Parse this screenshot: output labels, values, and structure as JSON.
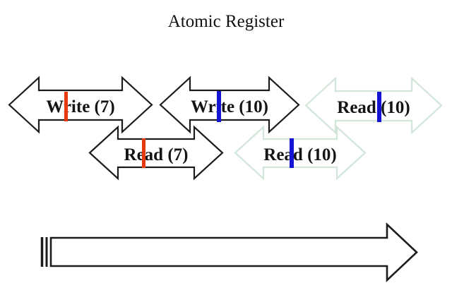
{
  "title": "Atomic Register",
  "diagram": {
    "operations": [
      {
        "label": "Write (7)",
        "outline_color": "#1c1c1c",
        "bar_color": "#e8380d"
      },
      {
        "label": "Write (10)",
        "outline_color": "#1c1c1c",
        "bar_color": "#1414d2"
      },
      {
        "label": "Read (10)",
        "outline_color": "#d2e5d9",
        "bar_color": "#1414d2"
      },
      {
        "label": "Read (7)",
        "outline_color": "#1c1c1c",
        "bar_color": "#e8380d"
      },
      {
        "label": "Read (10)",
        "outline_color": "#d2e5d9",
        "bar_color": "#1414d2"
      }
    ],
    "timeline_color": "#1c1c1c"
  }
}
